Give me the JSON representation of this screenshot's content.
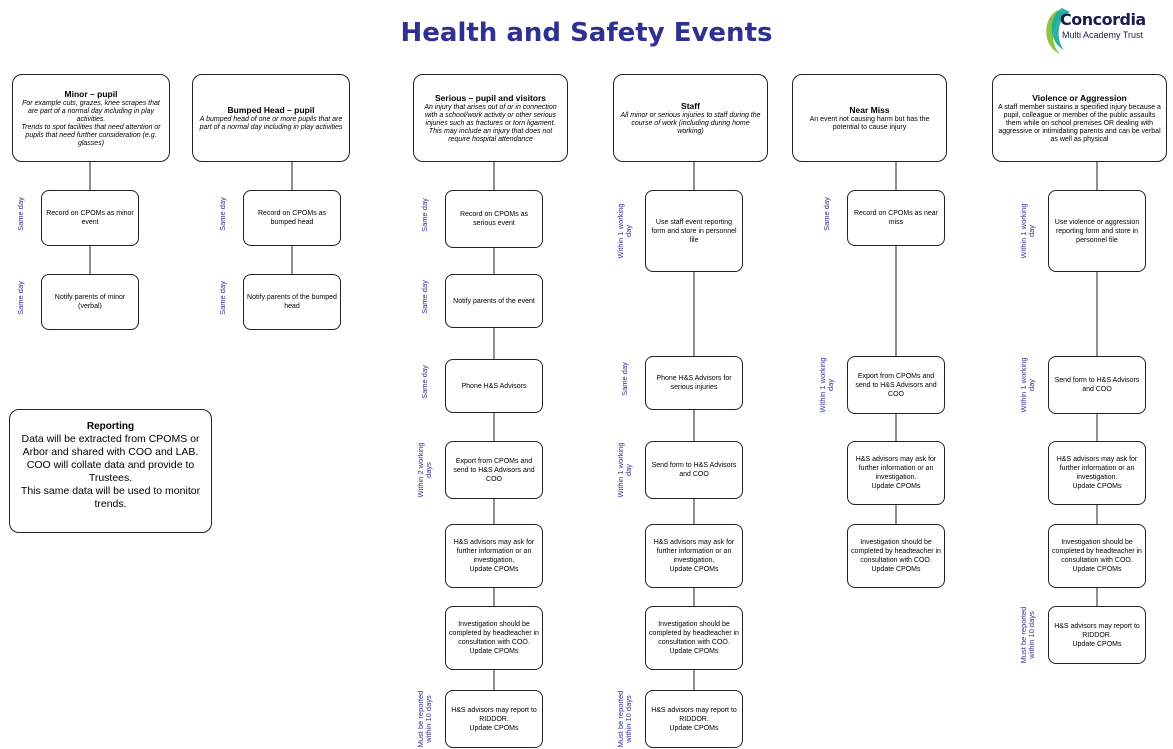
{
  "title": "Health and Safety Events",
  "logo": {
    "name": "Concordia",
    "subtitle": "Multi Academy Trust",
    "colors": {
      "green": "#8cc63f",
      "teal": "#16a7a0",
      "navy": "#1b1b4d"
    }
  },
  "colors": {
    "title": "#2e3192",
    "time_label": "#2e3192",
    "border": "#222222"
  },
  "columns": [
    {
      "header": {
        "title": "Minor – pupil",
        "desc": "For example cuts, grazes, knee scrapes that are part of a normal day including in play activities.\nTrends to spot facilities that need attention or pupils that need further consideration (e.g. glasses)"
      },
      "steps": [
        {
          "text": "Record on CPOMs as minor event",
          "time": "Same day"
        },
        {
          "text": "Notify parents of minor (verbal)",
          "time": "Same day"
        }
      ]
    },
    {
      "header": {
        "title": "Bumped Head – pupil",
        "desc": "A bumped head of one or more pupils that are part of a normal day including in play activities"
      },
      "steps": [
        {
          "text": "Record on CPOMs as bumped head",
          "time": "Same day"
        },
        {
          "text": "Notify parents of the bumped head",
          "time": "Same day"
        }
      ]
    },
    {
      "header": {
        "title": "Serious – pupil and visitors",
        "desc": "An injury that arises out of or in connection with a school/work activity or other serious injuries such as fractures or torn ligament. This may include an injury that does not require hospital attendance"
      },
      "steps": [
        {
          "text": "Record on CPOMs as serious event",
          "time": "Same day"
        },
        {
          "text": "Notify parents of the event",
          "time": "Same day"
        },
        {
          "text": "Phone H&S Advisors",
          "time": "Same day"
        },
        {
          "text": "Export from CPOMs and send to H&S Advisors and COO",
          "time": "Within 2 working days"
        },
        {
          "text": "H&S advisors may ask for further information or an investigation.\nUpdate CPOMs",
          "time": ""
        },
        {
          "text": "Investigation should be completed by headteacher in consultation with COO.\nUpdate CPOMs",
          "time": ""
        },
        {
          "text": "H&S advisors may report to RIDDOR.\nUpdate CPOMs",
          "time": "Must be reported within 10 days"
        }
      ]
    },
    {
      "header": {
        "title": "Staff",
        "desc": "All minor or serious injuries to staff during the course of work (including during home working)"
      },
      "steps": [
        {
          "text": "Use staff event reporting form and store in personnel file",
          "time": "Within 1 working day"
        },
        {
          "text": "Phone H&S Advisors for serious injuries",
          "time": "Same day"
        },
        {
          "text": "Send form to H&S Advisors and COO",
          "time": "Within 1 working day"
        },
        {
          "text": "H&S advisors may ask for further information or an investigation.\nUpdate CPOMs",
          "time": ""
        },
        {
          "text": "Investigation should be completed by headteacher in consultation with COO.\nUpdate CPOMs",
          "time": ""
        },
        {
          "text": "H&S advisors may report to RIDDOR.\nUpdate CPOMs",
          "time": "Must be reported within 10 days"
        }
      ]
    },
    {
      "header": {
        "title": "Near Miss",
        "desc": "An event not causing harm but has the potential to cause injury"
      },
      "steps": [
        {
          "text": "Record on CPOMs as near miss",
          "time": "Same day"
        },
        {
          "text": "Export from CPOMs and send to H&S Advisors and COO",
          "time": "Within 1 working day"
        },
        {
          "text": "H&S advisors may ask for further information or an investigation.\nUpdate CPOMs",
          "time": ""
        },
        {
          "text": "Investigation should be completed by headteacher in consultation with COO.\nUpdate CPOMs",
          "time": ""
        }
      ]
    },
    {
      "header": {
        "title": "Violence or Aggression",
        "desc": "A staff member sustains a specified injury because a pupil, colleague or member of the public assaults them while on school premises OR dealing with aggressive or intimidating parents and can be verbal as well as physical"
      },
      "steps": [
        {
          "text": "Use violence or aggression reporting form and store in personnel file",
          "time": "Within 1 working day"
        },
        {
          "text": "Send form to H&S Advisors and COO",
          "time": "Within 1 working day"
        },
        {
          "text": "H&S advisors may ask for further information or an investigation.\nUpdate CPOMs",
          "time": ""
        },
        {
          "text": "Investigation should be completed by headteacher in consultation with COO.\nUpdate CPOMs",
          "time": ""
        },
        {
          "text": "H&S advisors may report to RIDDOR.\nUpdate CPOMs",
          "time": "Must be reported within 10 days"
        }
      ]
    }
  ],
  "reporting": {
    "title": "Reporting",
    "text": "Data will be extracted from CPOMS or Arbor and shared with COO and LAB. COO will collate data and provide to Trustees.\nThis same data will be used to monitor trends."
  }
}
